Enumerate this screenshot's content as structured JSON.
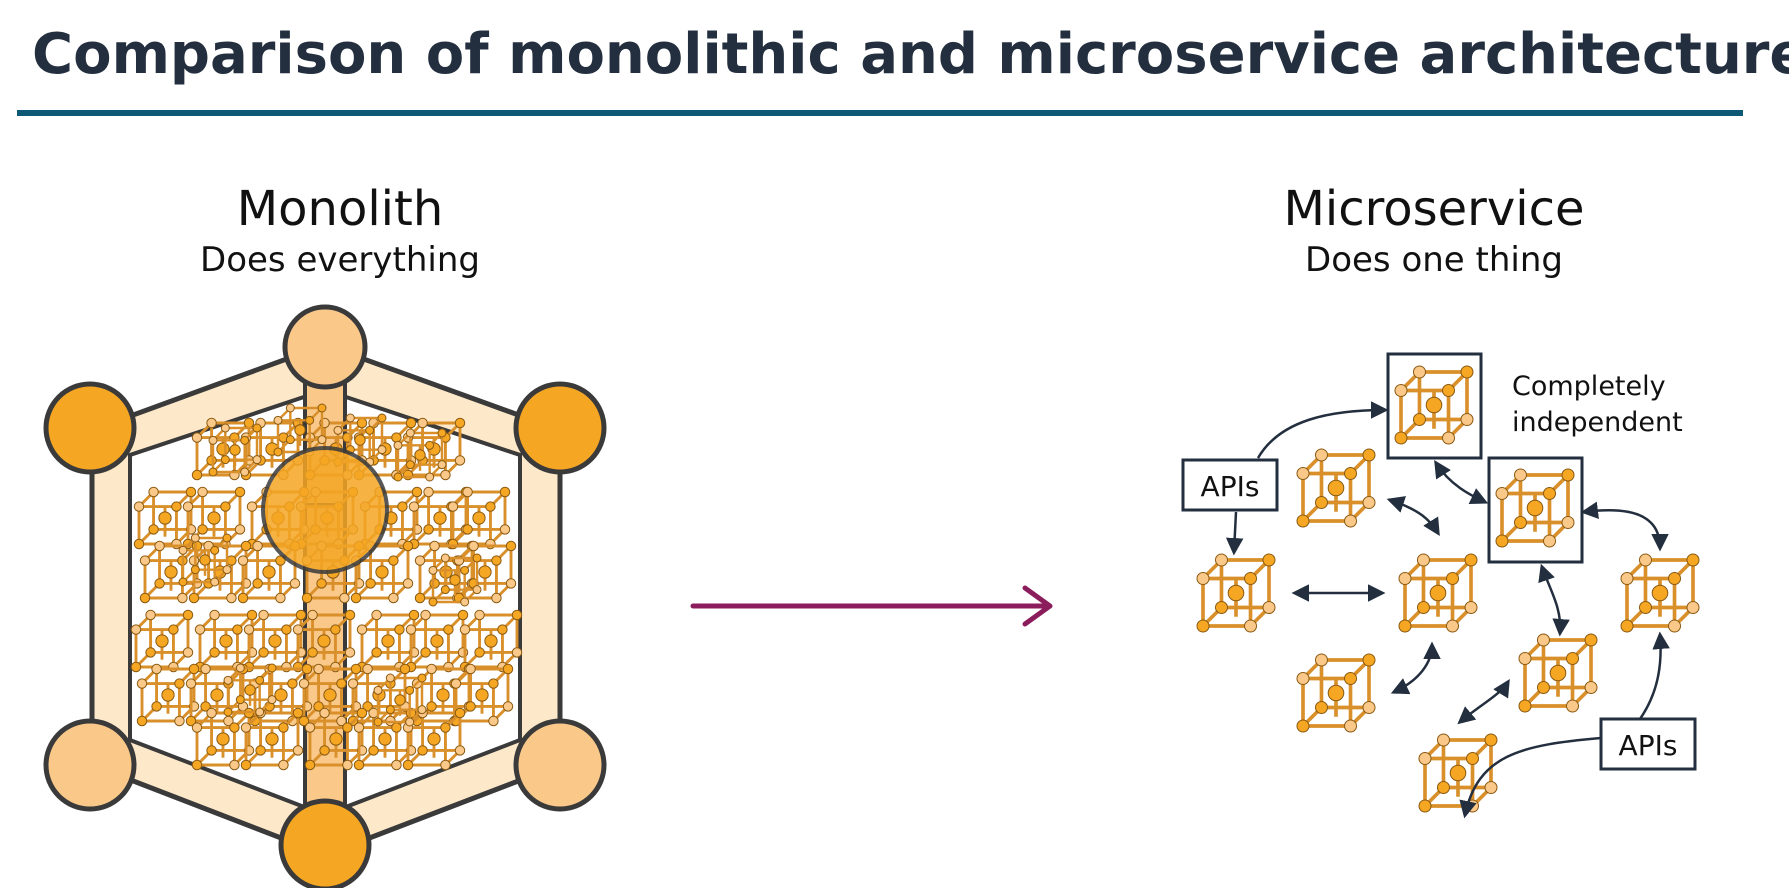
{
  "slide": {
    "title": "Comparison of monolithic and microservice architectures"
  },
  "monolith": {
    "heading": "Monolith",
    "subheading": "Does everything"
  },
  "microservice": {
    "heading": "Microservice",
    "subheading": "Does one thing",
    "note_line1": "Completely",
    "note_line2": "independent",
    "api_label_top": "APIs",
    "api_label_bottom": "APIs"
  },
  "colors": {
    "title_text": "#232f3e",
    "title_rule": "#0e5975",
    "transition_arrow": "#8b1d5c",
    "cube_dark": "#f5a623",
    "cube_light": "#fac98a",
    "cube_outline": "#3a3a3a"
  }
}
